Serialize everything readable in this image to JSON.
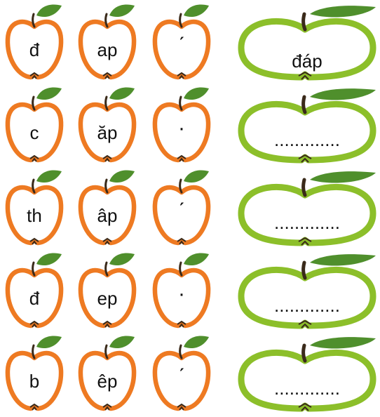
{
  "rows": [
    {
      "consonant": "đ",
      "rhyme": "ap",
      "tone": "ˊ",
      "answer": "đáp"
    },
    {
      "consonant": "c",
      "rhyme": "ăp",
      "tone": "·",
      "answer": "............."
    },
    {
      "consonant": "th",
      "rhyme": "âp",
      "tone": "ˊ",
      "answer": "............."
    },
    {
      "consonant": "đ",
      "rhyme": "ep",
      "tone": "·",
      "answer": "............."
    },
    {
      "consonant": "b",
      "rhyme": "êp",
      "tone": "ˊ",
      "answer": "............."
    }
  ],
  "colors": {
    "orange_apple": "#ee7a22",
    "green_apple": "#8cbf2a",
    "leaf": "#4f8f2c",
    "stem": "#3a2a1a"
  },
  "icons": {
    "small_apple": "orange-apple-outline-icon",
    "big_apple": "green-apple-outline-icon"
  }
}
